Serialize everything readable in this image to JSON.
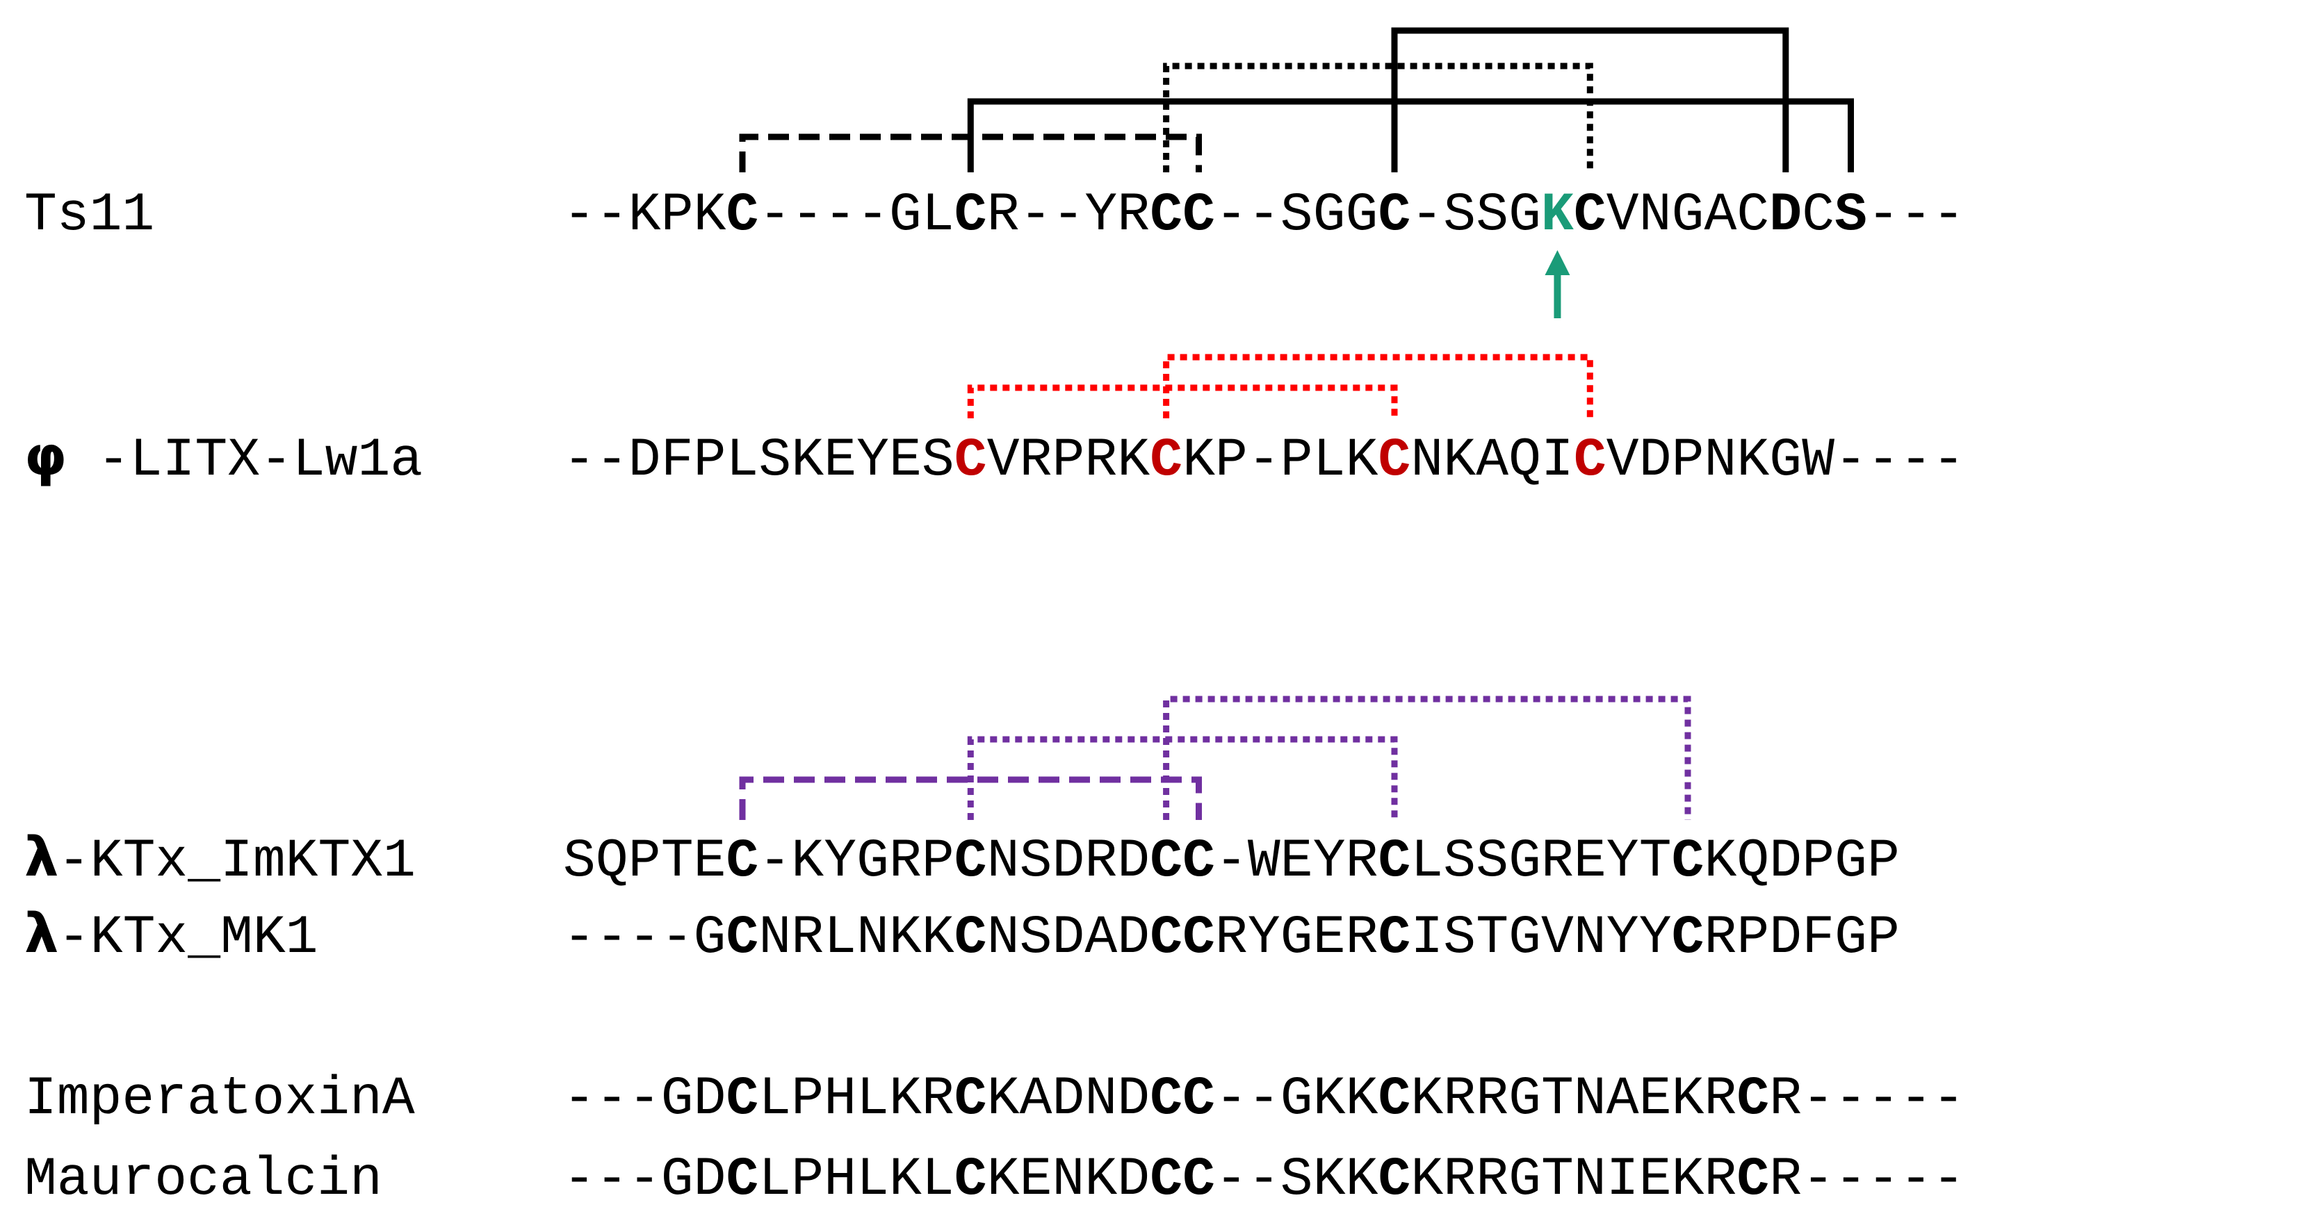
{
  "colors": {
    "black": "#000000",
    "red": "#ff0000",
    "red_cys": "#c00000",
    "green": "#1a9b78",
    "purple": "#7030a0"
  },
  "rows": [
    {
      "id": "ts11",
      "label": "Ts11",
      "sequence": "--KPKC----GLCR--YRCC--SGGC-SSGKCVNGACDCS---",
      "highlights": [
        {
          "index": 5,
          "style": "bold"
        },
        {
          "index": 12,
          "style": "bold"
        },
        {
          "index": 18,
          "style": "bold"
        },
        {
          "index": 19,
          "style": "bold"
        },
        {
          "index": 25,
          "style": "bold"
        },
        {
          "index": 30,
          "style": "bold-green"
        },
        {
          "index": 31,
          "style": "bold"
        },
        {
          "index": 37,
          "style": "bold"
        },
        {
          "index": 39,
          "style": "bold"
        }
      ],
      "arrow_at_index": 30,
      "arrow_color": "green"
    },
    {
      "id": "phi-litx",
      "symbol": "φ",
      "label": "-LITX-Lw1a",
      "sequence": "--DFPLSKEYESCVRPRKCKP-PLKCNKAQICVDPNKGW----",
      "highlights": [
        {
          "index": 12,
          "style": "bold-red"
        },
        {
          "index": 18,
          "style": "bold-red"
        },
        {
          "index": 25,
          "style": "bold-red"
        },
        {
          "index": 31,
          "style": "bold-red"
        }
      ]
    },
    {
      "id": "imktx1",
      "symbol": "λ",
      "label": "-KTx_ImKTX1",
      "sequence": "SQPTEC-KYGRPCNSDRDCC-WEYRCLSSGREYTCKQDPGP",
      "highlights": [
        {
          "index": 5,
          "style": "bold"
        },
        {
          "index": 12,
          "style": "bold"
        },
        {
          "index": 18,
          "style": "bold"
        },
        {
          "index": 19,
          "style": "bold"
        },
        {
          "index": 25,
          "style": "bold"
        },
        {
          "index": 34,
          "style": "bold"
        }
      ]
    },
    {
      "id": "mk1",
      "symbol": "λ",
      "label": "-KTx_MK1",
      "sequence": "----GCNRLNKKCNSDADCCRYGERCISTGVNYYCRPDFGP",
      "highlights": [
        {
          "index": 5,
          "style": "bold"
        },
        {
          "index": 12,
          "style": "bold"
        },
        {
          "index": 18,
          "style": "bold"
        },
        {
          "index": 19,
          "style": "bold"
        },
        {
          "index": 25,
          "style": "bold"
        },
        {
          "index": 34,
          "style": "bold"
        }
      ]
    },
    {
      "id": "imperatoxin",
      "label": "ImperatoxinA",
      "sequence": "---GDCLPHLKRCKADNDCC--GKKCKRRGTNAEKRCR-----",
      "highlights": [
        {
          "index": 5,
          "style": "bold"
        },
        {
          "index": 12,
          "style": "bold"
        },
        {
          "index": 18,
          "style": "bold"
        },
        {
          "index": 19,
          "style": "bold"
        },
        {
          "index": 25,
          "style": "bold"
        },
        {
          "index": 36,
          "style": "bold"
        }
      ]
    },
    {
      "id": "maurocalcin",
      "label": "Maurocalcin",
      "sequence": "---GDCLPHLKLCKENKDCC--SKKCKRRGTNIEKRCR-----",
      "highlights": [
        {
          "index": 5,
          "style": "bold"
        },
        {
          "index": 12,
          "style": "bold"
        },
        {
          "index": 18,
          "style": "bold"
        },
        {
          "index": 19,
          "style": "bold"
        },
        {
          "index": 25,
          "style": "bold"
        },
        {
          "index": 36,
          "style": "bold"
        }
      ]
    }
  ],
  "bonds": [
    {
      "row": "ts11",
      "from": 5,
      "to": 19,
      "level": 1,
      "line": "dashed",
      "color": "black"
    },
    {
      "row": "ts11",
      "from": 12,
      "to": 39,
      "level": 2,
      "line": "solid",
      "color": "black"
    },
    {
      "row": "ts11",
      "from": 18,
      "to": 31,
      "level": 3,
      "line": "dotted",
      "color": "black"
    },
    {
      "row": "ts11",
      "from": 25,
      "to": 37,
      "level": 4,
      "line": "solid",
      "color": "black"
    },
    {
      "row": "phi-litx",
      "from": 12,
      "to": 25,
      "level": 1,
      "line": "dotted",
      "color": "red"
    },
    {
      "row": "phi-litx",
      "from": 18,
      "to": 31,
      "level": 2,
      "line": "dotted",
      "color": "red"
    },
    {
      "row": "imktx1",
      "from": 5,
      "to": 19,
      "level": 1,
      "line": "dashed",
      "color": "purple"
    },
    {
      "row": "imktx1",
      "from": 12,
      "to": 25,
      "level": 2,
      "line": "dotted",
      "color": "purple"
    },
    {
      "row": "imktx1",
      "from": 18,
      "to": 34,
      "level": 3,
      "line": "dotted",
      "color": "purple"
    }
  ]
}
